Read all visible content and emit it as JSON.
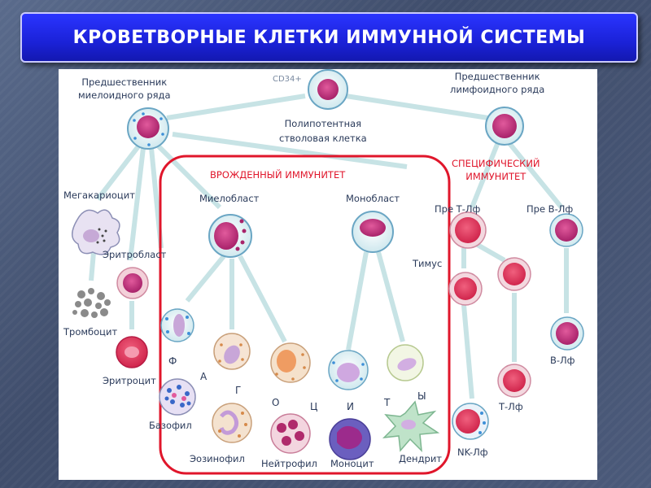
{
  "title": "КРОВЕТВОРНЫЕ КЛЕТКИ ИММУННОЙ СИСТЕМЫ",
  "labels": {
    "myeloid_precursor": "Предшественник\nмиелоидного ряда",
    "cd34": "CD34+",
    "stem_cell": "Полипотентная\nстволовая клетка",
    "lymphoid_precursor": "Предшественник\nлимфоидного ряда",
    "innate": "ВРОЖДЕННЫЙ  ИММУНИТЕТ",
    "specific": "СПЕЦИФИЧЕСКИЙ\nИММУНИТЕТ",
    "megakaryocyte": "Мегакариоцит",
    "myeloblast": "Миелобласт",
    "monoblast": "Монобласт",
    "pre_t": "Пре Т-Лф",
    "pre_b": "Пре В-Лф",
    "erythroblast": "Эритробласт",
    "thymus": "Тимус",
    "thrombocyte": "Тромбоцит",
    "erythrocyte": "Эритроцит",
    "b_lf": "В-Лф",
    "t_lf": "Т-Лф",
    "nk_lf": "NK-Лф",
    "basophil": "Базофил",
    "eosinophil": "Эозинофил",
    "neutrophil": "Нейтрофил",
    "monocyte": "Моноцит",
    "dendrit": "Дендрит",
    "phagocytes_letters": [
      "Ф",
      "А",
      "Г",
      "О",
      "Ц",
      "И",
      "Т",
      "Ы"
    ]
  },
  "colors": {
    "title_bg": "#1b22d8",
    "innate_frame": "#e0162b",
    "arrow": "#c7e3e5",
    "nucleus": "#c0377a",
    "cell_body": "#eaf6f8"
  }
}
